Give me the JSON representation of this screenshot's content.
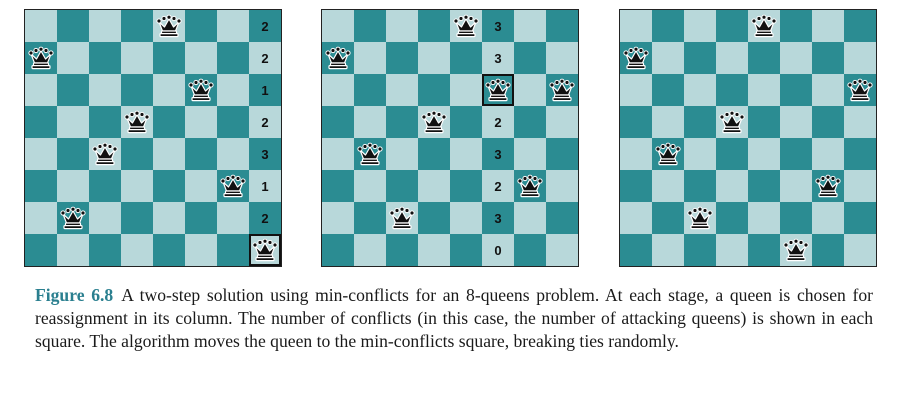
{
  "colors": {
    "light_square": "#b8d8da",
    "dark_square": "#2b8c92",
    "figure_label": "#2a7f8f"
  },
  "boards": [
    {
      "queen_rows": [
        1,
        6,
        4,
        3,
        0,
        2,
        5,
        7
      ],
      "conflict_column": 7,
      "conflicts": [
        "2",
        "2",
        "1",
        "2",
        "3",
        "1",
        "2",
        ""
      ],
      "highlight": {
        "row": 7,
        "col": 7
      }
    },
    {
      "queen_rows": [
        1,
        4,
        6,
        3,
        0,
        2,
        5,
        2
      ],
      "conflict_column": 5,
      "conflicts": [
        "3",
        "3",
        "",
        "2",
        "3",
        "2",
        "3",
        "0"
      ],
      "highlight": {
        "row": 2,
        "col": 5
      }
    },
    {
      "queen_rows": [
        1,
        4,
        6,
        3,
        0,
        7,
        5,
        2
      ],
      "conflict_column": null,
      "conflicts": [],
      "highlight": null
    }
  ],
  "caption": {
    "label": "Figure 6.8",
    "text": "A two-step solution using min-conflicts for an 8-queens problem. At each stage, a queen is chosen for reassignment in its column. The number of conflicts (in this case, the number of attacking queens) is shown in each square. The algorithm moves the queen to the min-conflicts square, breaking ties randomly."
  },
  "icons": {
    "queen": "chess-queen-icon"
  }
}
